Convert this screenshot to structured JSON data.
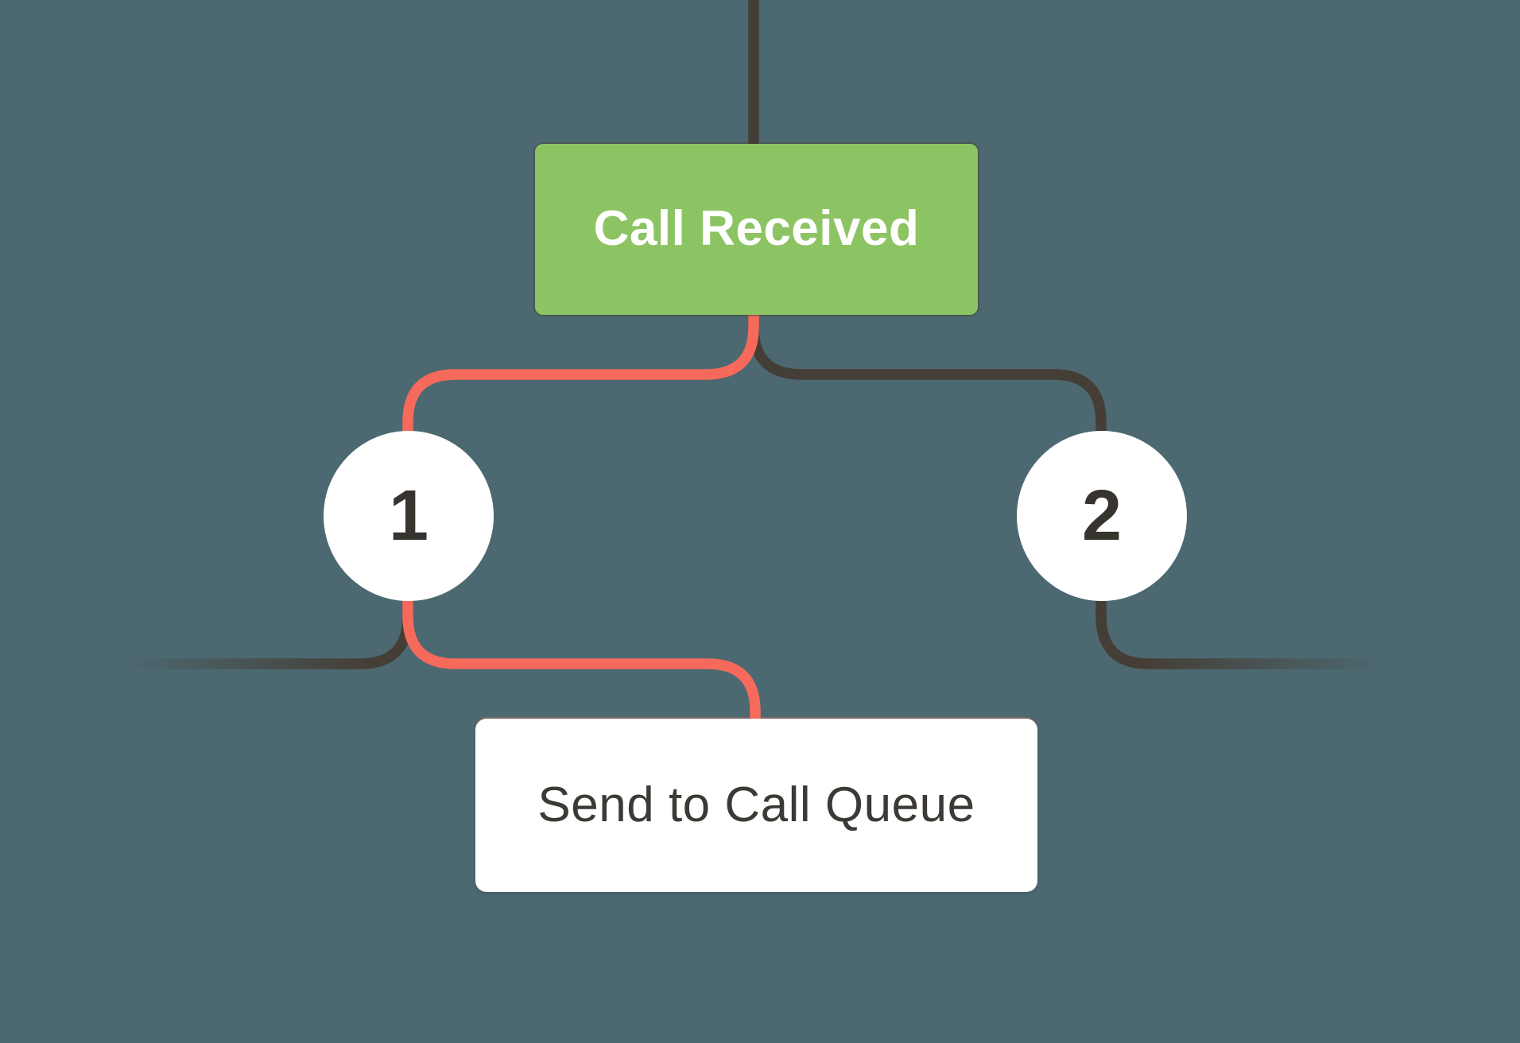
{
  "diagram": {
    "title_node": {
      "label": "Call Received"
    },
    "branch_1": {
      "number": "1"
    },
    "branch_2": {
      "number": "2"
    },
    "action_node": {
      "label": "Send to Call Queue"
    }
  },
  "colors": {
    "background": "#4C6870",
    "node_green": "#8DC463",
    "wire_red": "#F66A5C",
    "wire_dark": "#453E36",
    "node_white": "#FFFFFF",
    "title_text": "#FFFFFF",
    "number_text": "#37332E",
    "action_text": "#3D3935"
  }
}
